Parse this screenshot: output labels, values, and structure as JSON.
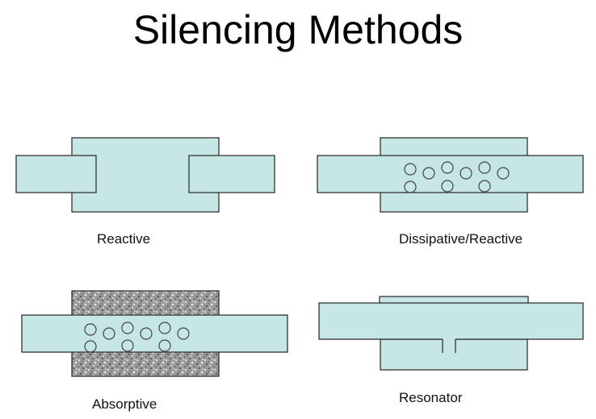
{
  "page": {
    "title": "Silencing Methods"
  },
  "colors": {
    "fill": "#c6e6e6",
    "stroke": "#333333",
    "packing": "#8c8c8c"
  },
  "diagrams": [
    {
      "name": "reactive",
      "label": "Reactive"
    },
    {
      "name": "dissipative-reactive",
      "label": "Dissipative/Reactive"
    },
    {
      "name": "absorptive",
      "label": "Absorptive"
    },
    {
      "name": "resonator",
      "label": "Resonator"
    }
  ]
}
